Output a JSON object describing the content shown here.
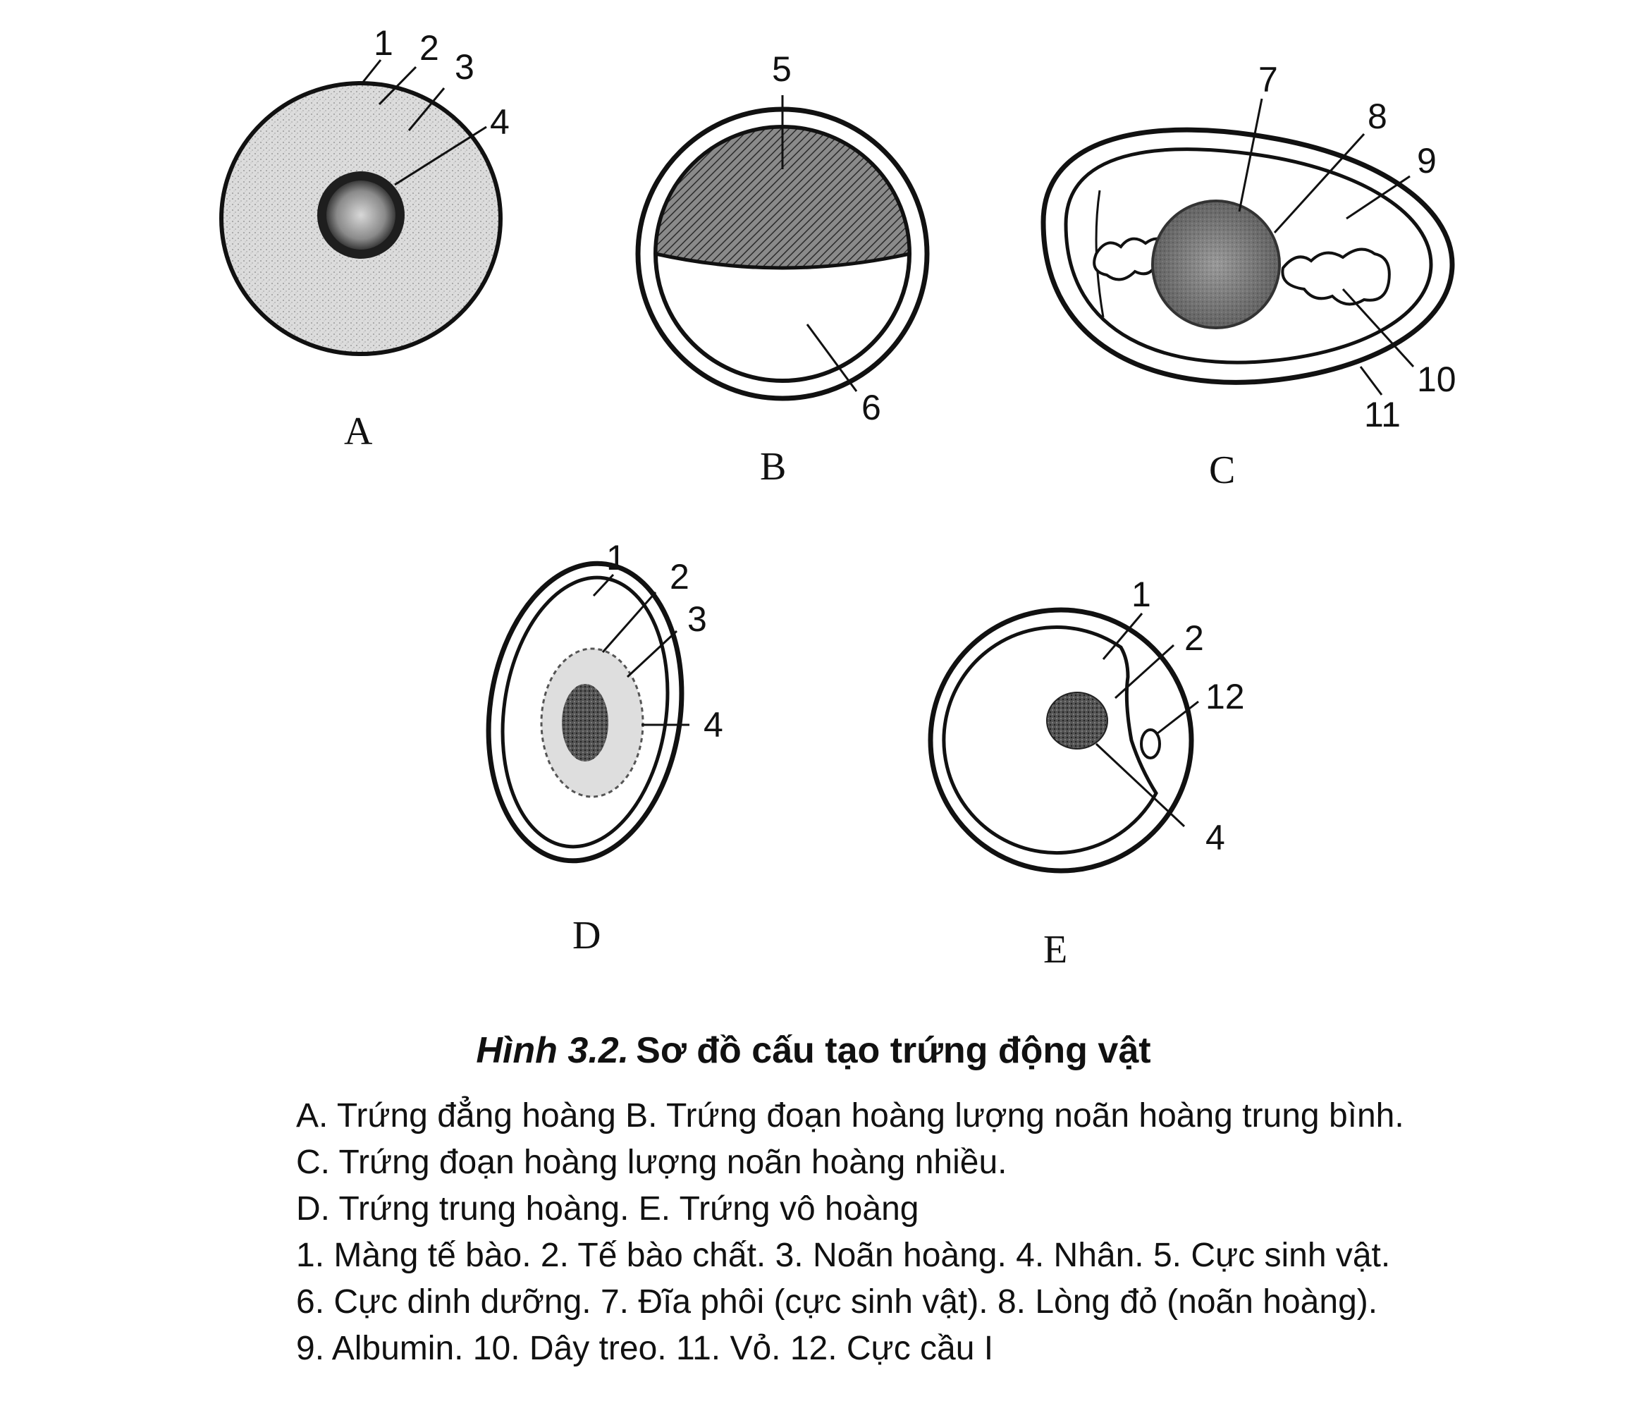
{
  "figure": {
    "number": "Hình 3.2.",
    "title": "Sơ đồ cấu tạo trứng động vật",
    "panels": [
      {
        "letter": "A",
        "labels": [
          "1",
          "2",
          "3",
          "4"
        ]
      },
      {
        "letter": "B",
        "labels": [
          "5",
          "6"
        ]
      },
      {
        "letter": "C",
        "labels": [
          "7",
          "8",
          "9",
          "10",
          "11"
        ]
      },
      {
        "letter": "D",
        "labels": [
          "1",
          "2",
          "3",
          "4"
        ]
      },
      {
        "letter": "E",
        "labels": [
          "1",
          "2",
          "12",
          "4"
        ]
      }
    ],
    "legend": [
      "A. Trứng đẳng hoàng B. Trứng đoạn hoàng lượng noãn hoàng trung bình.",
      "C. Trứng đoạn hoàng lượng noãn hoàng nhiều.",
      "D. Trứng trung hoàng. E. Trứng vô hoàng",
      "1. Màng tế bào. 2. Tế bào chất. 3. Noãn hoàng. 4. Nhân. 5. Cực sinh vật.",
      "6. Cực dinh dưỡng. 7. Đĩa phôi (cực sinh vật). 8. Lòng đỏ (noãn hoàng).",
      "9. Albumin. 10. Dây treo. 11. Vỏ. 12. Cực cầu I"
    ]
  }
}
